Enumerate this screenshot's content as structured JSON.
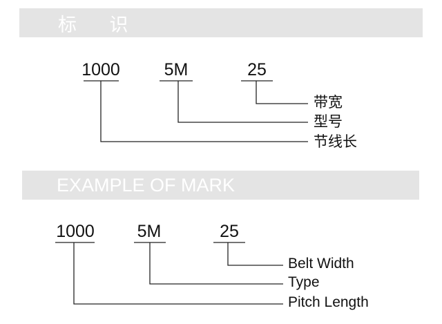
{
  "chinese_section": {
    "title": "标 识",
    "code": {
      "pitch_length": "1000",
      "type": "5M",
      "belt_width": "25"
    },
    "labels": {
      "belt_width": "带宽",
      "type": "型号",
      "pitch_length": "节线长"
    }
  },
  "english_section": {
    "title": "EXAMPLE OF MARK",
    "code": {
      "pitch_length": "1000",
      "type": "5M",
      "belt_width": "25"
    },
    "labels": {
      "belt_width": "Belt Width",
      "type": "Type",
      "pitch_length": "Pitch Length"
    }
  },
  "colors": {
    "banner": "#e4e4e4",
    "banner_text": "#ffffff",
    "text": "#111111",
    "line": "#222222"
  }
}
